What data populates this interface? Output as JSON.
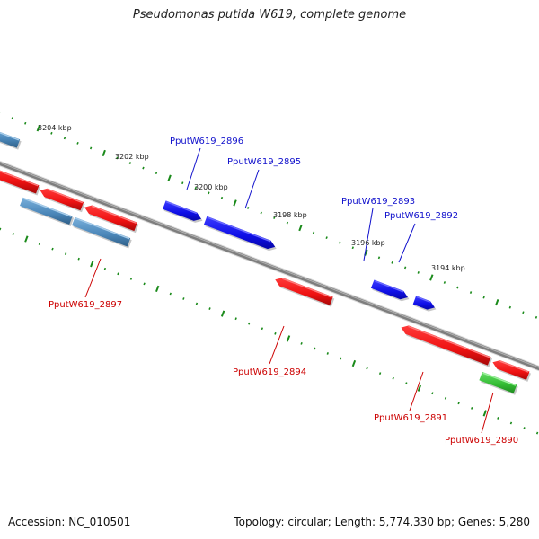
{
  "title": "Pseudomonas putida W619, complete genome",
  "footer": {
    "accession": "Accession: NC_010501",
    "summary": "Topology: circular; Length: 5,774,330 bp; Genes: 5,280"
  },
  "colors": {
    "backbone": "#8a8a8a",
    "tick": "#1a8a1a",
    "label_plus": "#1010cc",
    "label_minus": "#cc0000",
    "gene_blue": "#1515ee",
    "gene_red": "#ee1515",
    "gene_steel": "#4a86b8",
    "gene_green": "#33bb33"
  },
  "scale_labels": [
    "3204 kbp",
    "3202 kbp",
    "3200 kbp",
    "3198 kbp",
    "3196 kbp",
    "3194 kbp"
  ],
  "genes": [
    {
      "id": "PputW619_2896",
      "labeled": true,
      "color": "gene_blue"
    },
    {
      "id": "PputW619_2895",
      "labeled": true,
      "color": "gene_blue"
    },
    {
      "id": "PputW619_2893",
      "labeled": true,
      "color": "gene_blue"
    },
    {
      "id": "PputW619_2892",
      "labeled": true,
      "color": "gene_blue"
    },
    {
      "id": "PputW619_2897",
      "labeled": true,
      "color": "gene_steel"
    },
    {
      "id": "PputW619_2894",
      "labeled": true,
      "color": "gene_red"
    },
    {
      "id": "PputW619_2891",
      "labeled": true,
      "color": "gene_red"
    },
    {
      "id": "PputW619_2890",
      "labeled": true,
      "color": "gene_green"
    }
  ]
}
